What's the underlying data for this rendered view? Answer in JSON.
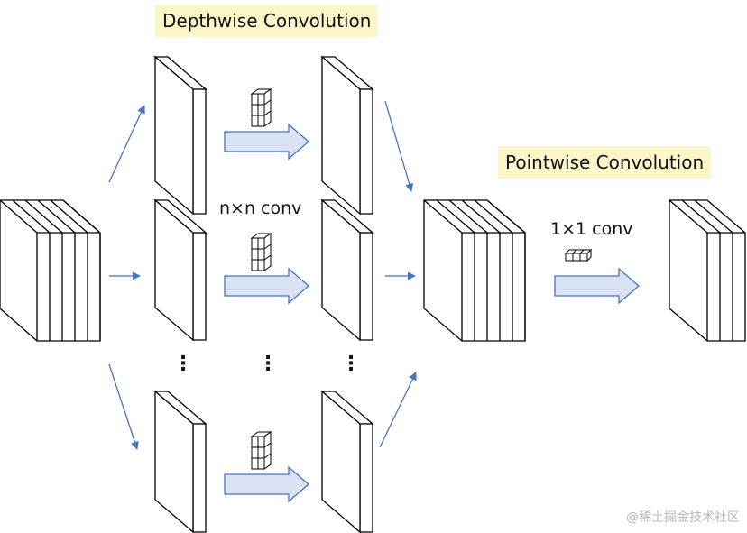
{
  "depthwise": {
    "title": "Depthwise Convolution",
    "kernel_label": "n×n conv"
  },
  "pointwise": {
    "title": "Pointwise Convolution",
    "kernel_label": "1×1 conv"
  },
  "ellipsis": "⋮",
  "watermark": "@稀土掘金技术社区",
  "colors": {
    "arrow": "#4472c4",
    "block_arrow_fill": "#dae3f3",
    "block_arrow_stroke": "#4472c4",
    "outline": "#000000"
  }
}
